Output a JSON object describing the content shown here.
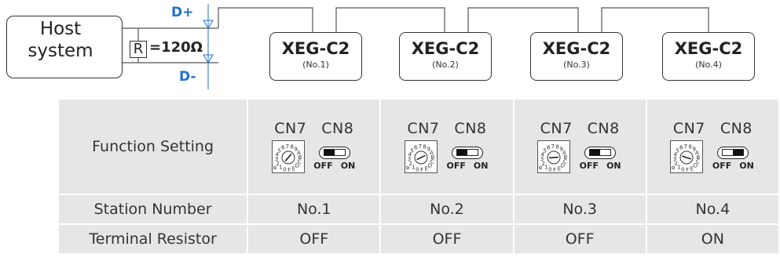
{
  "host": {
    "line1": "Host",
    "line2": "system"
  },
  "bus": {
    "d_plus": "D+",
    "d_minus": "D-",
    "resistor_letter": "R",
    "resistor_value": "=120Ω"
  },
  "devices": [
    {
      "name": "XEG-C2",
      "no": "(No.1)"
    },
    {
      "name": "XEG-C2",
      "no": "(No.2)"
    },
    {
      "name": "XEG-C2",
      "no": "(No.3)"
    },
    {
      "name": "XEG-C2",
      "no": "(No.4)"
    }
  ],
  "table": {
    "row_labels": {
      "function": "Function Setting",
      "station": "Station Number",
      "terminal": "Terminal Resistor"
    },
    "cn7": "CN7",
    "cn8": "CN8",
    "dip_off": "OFF",
    "dip_on": "ON",
    "dip_states": [
      "OFF",
      "OFF",
      "OFF",
      "ON"
    ],
    "rotary_digits": "0123456789ABCDEF",
    "rotary_positions": [
      1,
      2,
      3,
      4
    ],
    "stations": [
      "No.1",
      "No.2",
      "No.3",
      "No.4"
    ],
    "terminals": [
      "OFF",
      "OFF",
      "OFF",
      "ON"
    ]
  }
}
